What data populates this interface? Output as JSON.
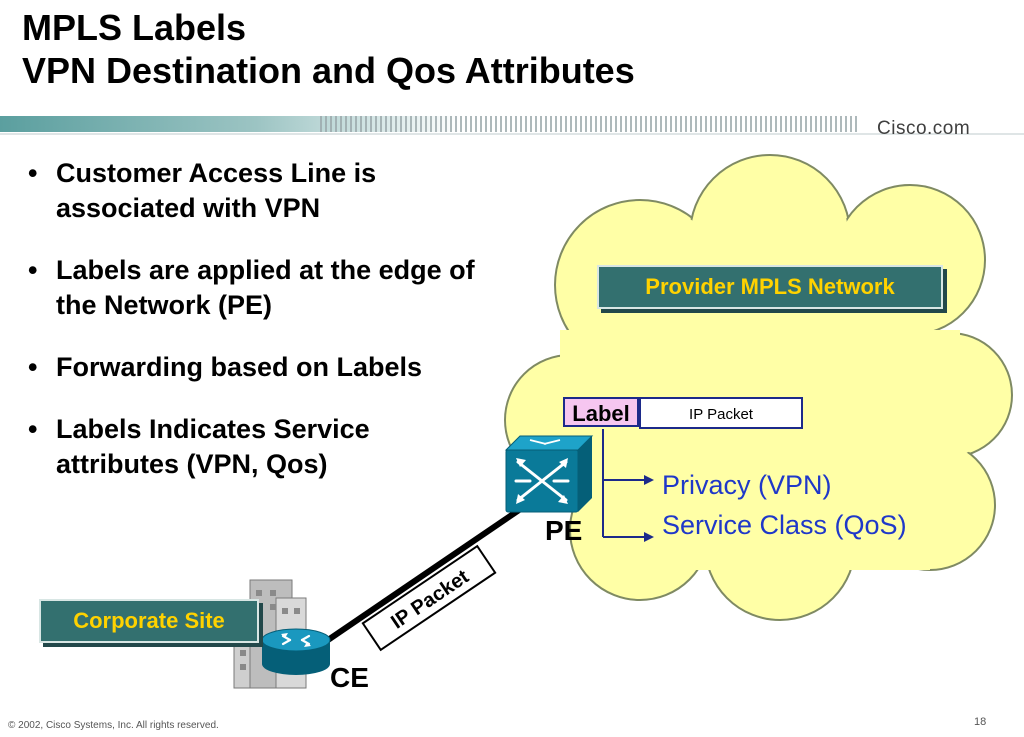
{
  "slide": {
    "title_line1": "MPLS Labels",
    "title_line2": "VPN Destination and Qos Attributes",
    "logo": "Cisco.com",
    "footer_copyright": "© 2002, Cisco Systems, Inc. All rights reserved.",
    "page_number": "18"
  },
  "bullets": [
    "Customer Access Line is associated with VPN",
    "Labels are applied at the edge of the Network (PE)",
    "Forwarding based on Labels",
    "Labels Indicates Service attributes (VPN, Qos)"
  ],
  "bullet_glyph": "•",
  "diagram": {
    "provider_network_label": "Provider MPLS Network",
    "corporate_site_label": "Corporate Site",
    "pe_label": "PE",
    "ce_label": "CE",
    "packet_label_field": "Label",
    "packet_payload": "IP Packet",
    "access_packet": "IP Packet",
    "attribute_privacy": "Privacy (VPN)",
    "attribute_service_class": "Service Class (QoS)",
    "colors": {
      "cloud_fill": "#ffffa6",
      "router_teal": "#0a7a99",
      "label_box_bg": "#33706f",
      "label_box_text": "#ffd200",
      "attribute_text": "#1f38c9",
      "packet_label_bg": "#f6c6f0"
    },
    "icons": [
      "router-icon",
      "switch-icon",
      "building-icon",
      "cloud-icon",
      "arrow-right-icon"
    ]
  }
}
